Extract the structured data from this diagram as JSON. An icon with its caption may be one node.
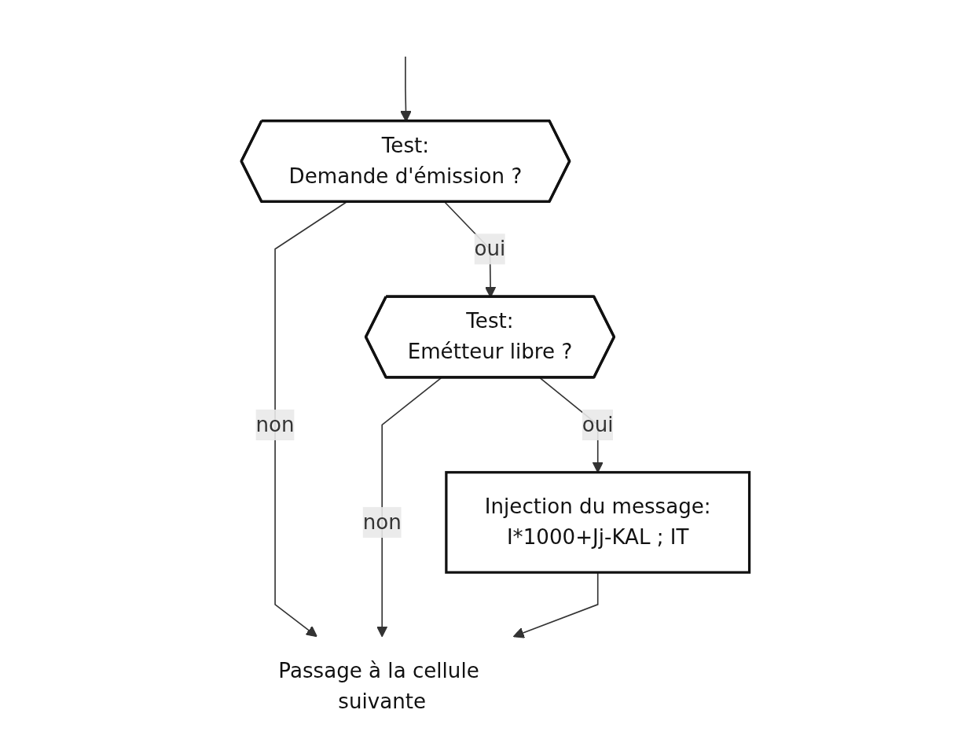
{
  "diagram": {
    "nodes": [
      {
        "text": [
          "Test:",
          "Demande d'émission ?"
        ]
      },
      {
        "text": [
          "Test:",
          "Emétteur libre ?"
        ]
      },
      {
        "text": [
          "Injection du message:",
          "I*1000+Jj-KAL ; IT"
        ]
      },
      {
        "text": [
          "Passage à la cellule suivante"
        ]
      }
    ],
    "edges": [
      {
        "from": null,
        "to": 0,
        "arrow": "to"
      },
      {
        "from": 0,
        "to": 1,
        "arrow": "to",
        "label": "oui"
      },
      {
        "from": 0,
        "to": 3,
        "arrow": "to",
        "label": "non"
      },
      {
        "from": 1,
        "to": 2,
        "arrow": "to",
        "label": "oui"
      },
      {
        "from": 1,
        "to": 3,
        "arrow": "to",
        "label": "non"
      },
      {
        "from": 2,
        "to": 3,
        "arrow": "to"
      }
    ]
  }
}
